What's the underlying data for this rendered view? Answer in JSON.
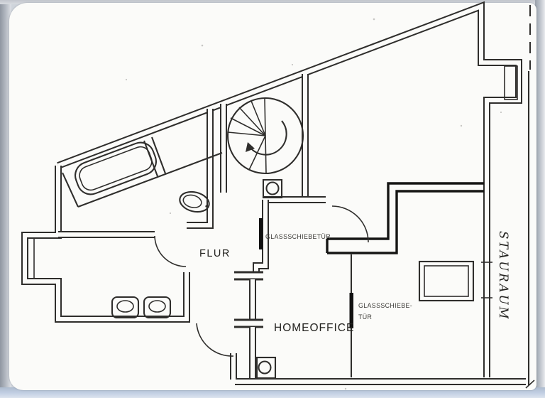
{
  "floorplan": {
    "room_labels": {
      "flur": "FLUR",
      "homeoffice": "HOMEOFFICE",
      "stauraum": "STAURAUM"
    },
    "door_annotations": {
      "glass_sliding_door_top": "GLASSSCHIEBETÜR",
      "glass_sliding_door_right_line1": "GLASSSCHIEBE-",
      "glass_sliding_door_right_line2": "TÜR"
    },
    "features": [
      "spiral-staircase",
      "bathtub",
      "toilet",
      "double-sink",
      "glass-sliding-doors",
      "dormer-window",
      "storage-room"
    ],
    "colors": {
      "ink": "#2f2e2c",
      "paper": "#fbfbf9",
      "door_panel": "#111111",
      "frame_left": "#8f96a1",
      "frame_right": "#b4bac3",
      "frame_bottom": "#c3d0e4"
    }
  }
}
